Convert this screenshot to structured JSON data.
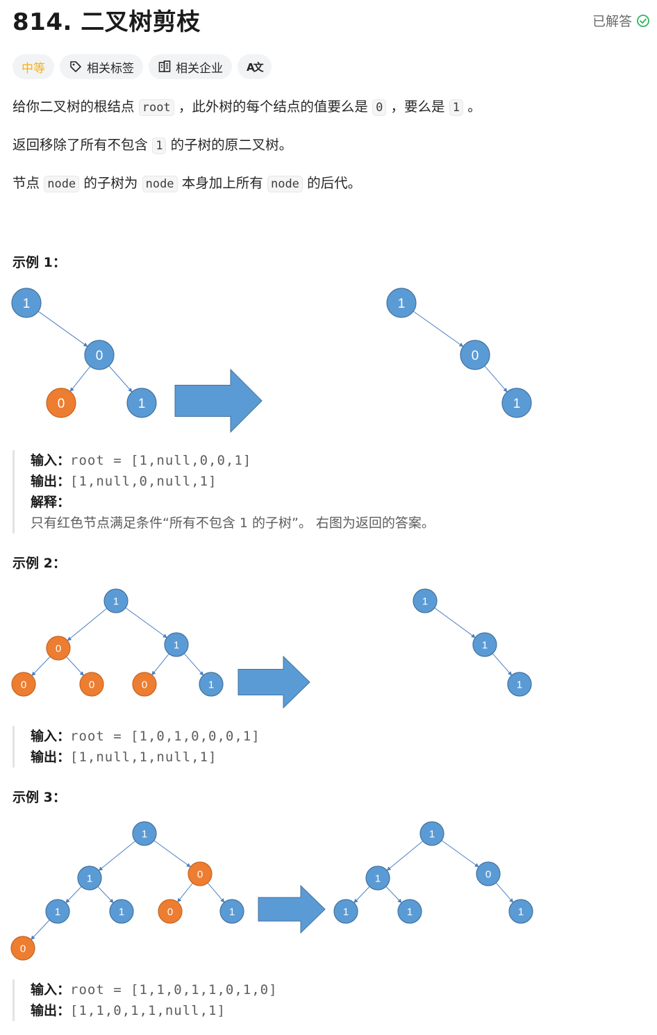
{
  "header": {
    "title": "814. 二叉树剪枝",
    "status": "已解答"
  },
  "tags": {
    "difficulty": "中等",
    "related_tags": "相关标签",
    "related_companies": "相关企业",
    "translate": "A文"
  },
  "description": {
    "p1": {
      "a": "给你二叉树的根结点",
      "code1": "root",
      "b": "，此外树的每个结点的值要么是",
      "code2": "0",
      "c": "，要么是",
      "code3": "1",
      "d": "。"
    },
    "p2": {
      "a": "返回移除了所有不包含",
      "code1": "1",
      "b": "的子树的原二叉树。"
    },
    "p3": {
      "a": "节点",
      "code1": "node",
      "b": "的子树为",
      "code2": "node",
      "c": "本身加上所有",
      "code3": "node",
      "d": "的后代。"
    }
  },
  "examples": [
    {
      "heading": "示例 1：",
      "input_label": "输入：",
      "input_value": "root = [1,null,0,0,1]",
      "output_label": "输出：",
      "output_value": "[1,null,0,null,1]",
      "explain_label": "解释：",
      "explain_text": "只有红色节点满足条件“所有不包含 1 的子树”。 右图为返回的答案。"
    },
    {
      "heading": "示例 2：",
      "input_label": "输入：",
      "input_value": "root = [1,0,1,0,0,0,1]",
      "output_label": "输出：",
      "output_value": "[1,null,1,null,1]"
    },
    {
      "heading": "示例 3：",
      "input_label": "输入：",
      "input_value": "root = [1,1,0,1,1,0,1,0]",
      "output_label": "输出：",
      "output_value": "[1,1,0,1,1,null,1]"
    }
  ],
  "diagram_nodes": {
    "ex1_left": [
      "1",
      "0",
      "0",
      "1"
    ],
    "ex1_right": [
      "1",
      "0",
      "1"
    ],
    "ex2_left": [
      "1",
      "0",
      "1",
      "0",
      "0",
      "0",
      "1"
    ],
    "ex2_right": [
      "1",
      "1",
      "1"
    ],
    "ex3_left": [
      "1",
      "1",
      "0",
      "1",
      "1",
      "0",
      "1",
      "0"
    ],
    "ex3_right": [
      "1",
      "1",
      "0",
      "1",
      "1",
      "1"
    ]
  },
  "colors": {
    "node_blue": "#5b9bd5",
    "node_orange": "#ed7d31",
    "arrow_blue": "#5b9bd5",
    "difficulty": "#f6b20d",
    "check_green": "#2db55d"
  }
}
